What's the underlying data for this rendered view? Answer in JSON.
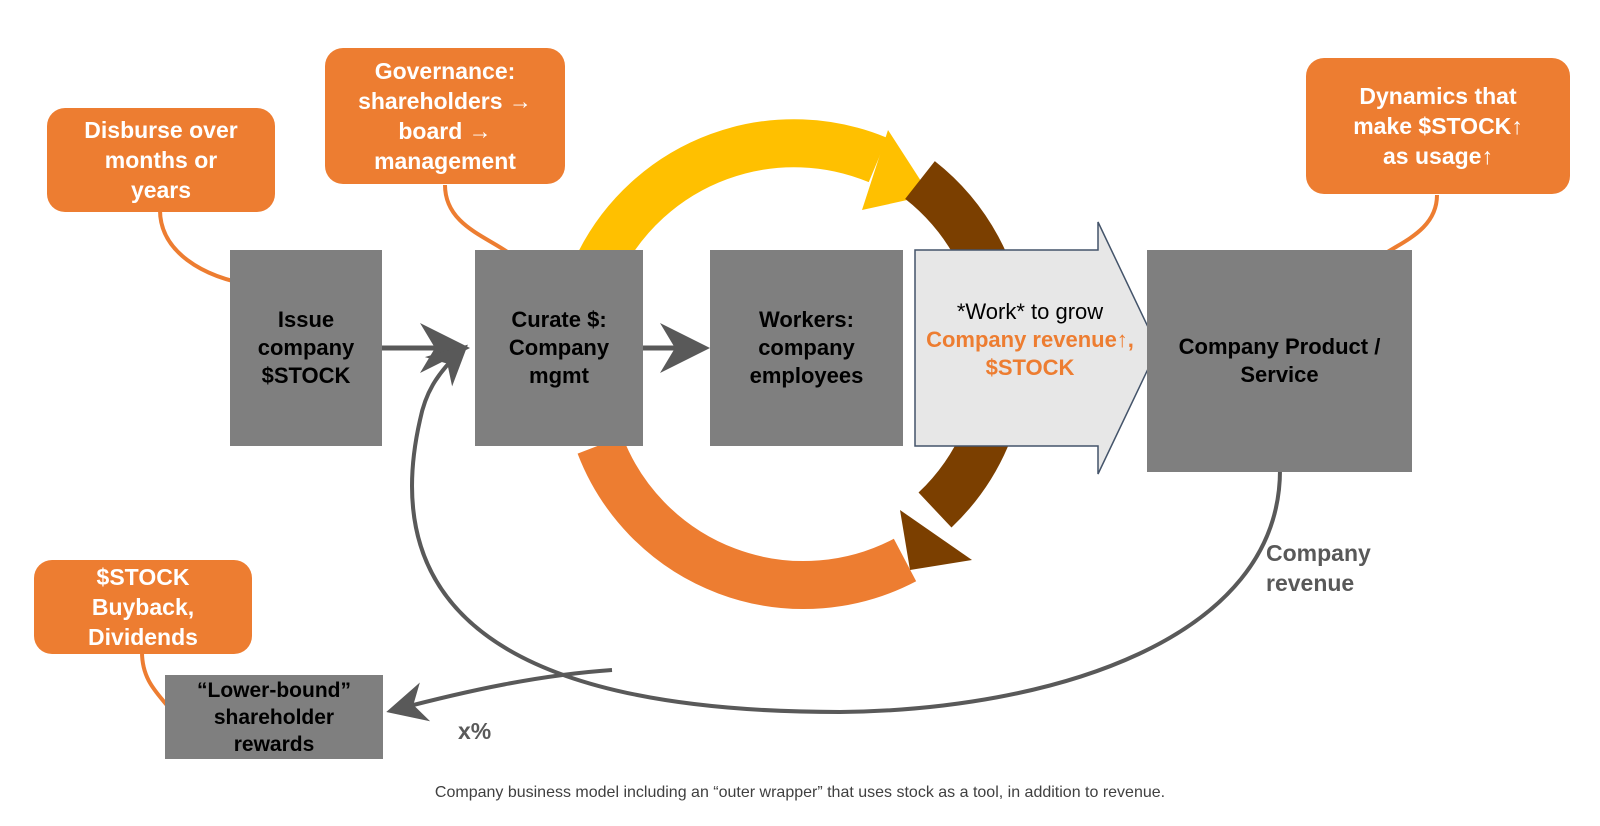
{
  "colors": {
    "callout": "#ED7D31",
    "box_gray": "#7F7F7F",
    "cycle_yellow": "#FFC000",
    "cycle_brown": "#7B3F00",
    "cycle_orange": "#ED7D31",
    "connector_gray": "#595959",
    "big_arrow_fill": "#E7E7E7",
    "big_arrow_border": "#44546A"
  },
  "callouts": {
    "disburse": [
      "Disburse over",
      "months or",
      "years"
    ],
    "governance": [
      "Governance:",
      "shareholders →",
      "board →",
      "management"
    ],
    "dynamics": [
      "Dynamics that",
      "make $STOCK↑",
      "as usage↑"
    ],
    "buyback": [
      "$STOCK",
      "Buyback,",
      "Dividends"
    ]
  },
  "boxes": {
    "issue": [
      "Issue",
      "company",
      "$STOCK"
    ],
    "curate": [
      "Curate $:",
      "Company",
      "mgmt"
    ],
    "workers": [
      "Workers:",
      "company",
      "employees"
    ],
    "product": [
      "Company Product /",
      "Service"
    ],
    "rewards": [
      "“Lower-bound”",
      "shareholder",
      "rewards"
    ]
  },
  "big_arrow": {
    "line1": "*Work* to grow",
    "line2": "Company revenue↑,",
    "line3": "$STOCK"
  },
  "labels": {
    "company_revenue": [
      "Company",
      "revenue"
    ],
    "percent": "x%"
  },
  "caption": "Company business model including an “outer wrapper” that uses stock as a tool, in addition to revenue."
}
